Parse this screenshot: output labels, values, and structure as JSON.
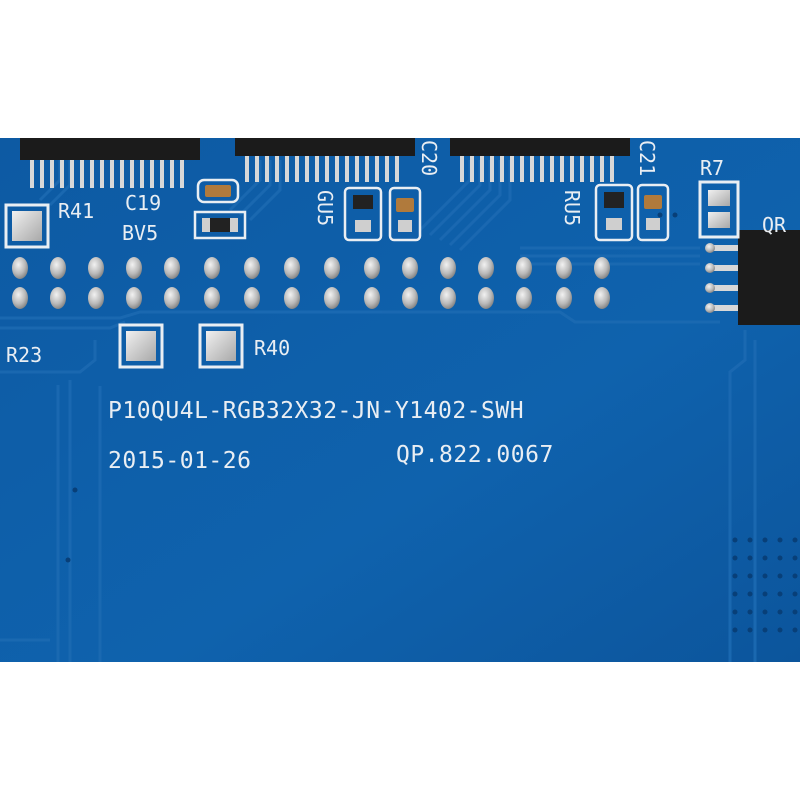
{
  "board": {
    "colors": {
      "pcb": "#0f5ea8",
      "pcb_dark": "#0b4f92",
      "trace": "#1e69b0",
      "silkscreen": "#e9eef3",
      "pad": "#c9c9c9",
      "chip": "#1b1b1b",
      "background": "#ffffff"
    },
    "labels": {
      "r41": "R41",
      "c19": "C19",
      "bv5": "BV5",
      "c20": "C20",
      "gu5": "GU5",
      "c21": "C21",
      "ru5": "RU5",
      "r7": "R7",
      "qr": "QR",
      "r23": "R23",
      "r40": "R40"
    },
    "part_number": "P10QU4L-RGB32X32-JN-Y1402-SWH",
    "date": "2015-01-26",
    "code": "QP.822.0067"
  }
}
